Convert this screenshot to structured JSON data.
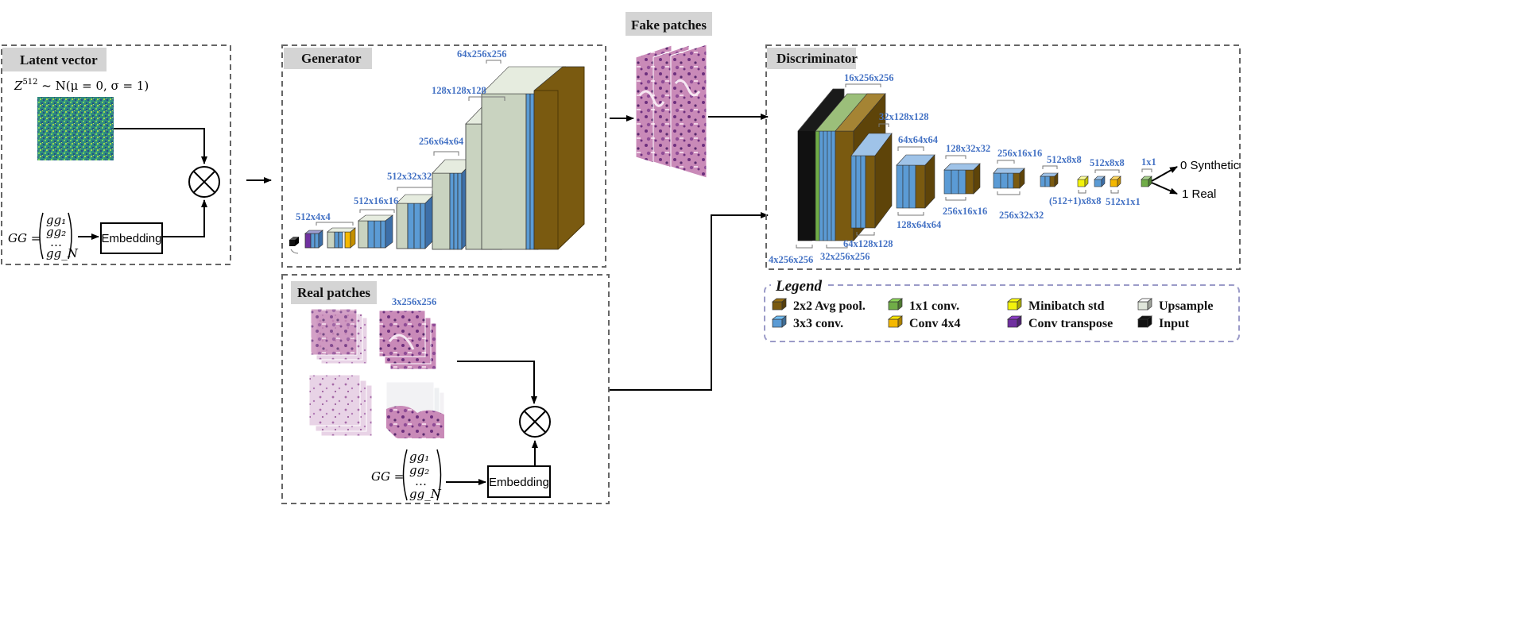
{
  "colors": {
    "box_border": "#666666",
    "title_bg": "#d4d4d4",
    "legend_border": "#9b9bc8",
    "blue_text": "#4472c4",
    "upsample": "#c9d3c0",
    "conv3x3": "#5b9bd5",
    "avgpool": "#7a5a10",
    "conv1x1": "#70ad47",
    "conv4x4": "#f5b800",
    "minibatch": "#f3f30c",
    "convtranspose": "#7030a0",
    "input": "#1a1a1a"
  },
  "latent": {
    "title": "Latent vector",
    "formula_left": "Z",
    "formula_sup": "512",
    "formula_right": " ~ N(μ = 0, σ = 1)",
    "gg_label": "GG =",
    "gg_items": [
      "gg₁",
      "gg₂",
      "…",
      "gg_N"
    ],
    "embedding": "Embedding"
  },
  "generator": {
    "title": "Generator",
    "labels": [
      "512x4x4",
      "512x16x16",
      "512x32x32",
      "256x64x64",
      "128x128x128",
      "64x256x256"
    ]
  },
  "fake": {
    "title": "Fake patches"
  },
  "real": {
    "title": "Real patches",
    "size_label": "3x256x256",
    "gg_label": "GG =",
    "gg_items": [
      "gg₁",
      "gg₂",
      "…",
      "gg_N"
    ],
    "embedding": "Embedding"
  },
  "discriminator": {
    "title": "Discriminator",
    "labels_top": [
      "16x256x256",
      "32x128x128",
      "64x64x64",
      "128x32x32",
      "256x16x16",
      "512x8x8",
      "512x8x8",
      "1x1"
    ],
    "labels_bottom": [
      "4x256x256",
      "32x256x256",
      "64x128x128",
      "128x64x64",
      "256x16x16",
      "256x32x32",
      "(512+1)x8x8",
      "512x1x1"
    ],
    "outputs": [
      "0  Synthetic",
      "1  Real"
    ]
  },
  "legend": {
    "title": "Legend",
    "items": [
      {
        "label": "2x2 Avg pool.",
        "color": "#7a5a10"
      },
      {
        "label": "3x3 conv.",
        "color": "#5b9bd5"
      },
      {
        "label": "1x1 conv.",
        "color": "#70ad47"
      },
      {
        "label": "Conv 4x4",
        "color": "#f5b800"
      },
      {
        "label": "Minibatch std",
        "color": "#f3f30c"
      },
      {
        "label": "Conv transpose",
        "color": "#7030a0"
      },
      {
        "label": "Upsample",
        "color": "#e0e6da"
      },
      {
        "label": "Input",
        "color": "#111111"
      }
    ]
  }
}
